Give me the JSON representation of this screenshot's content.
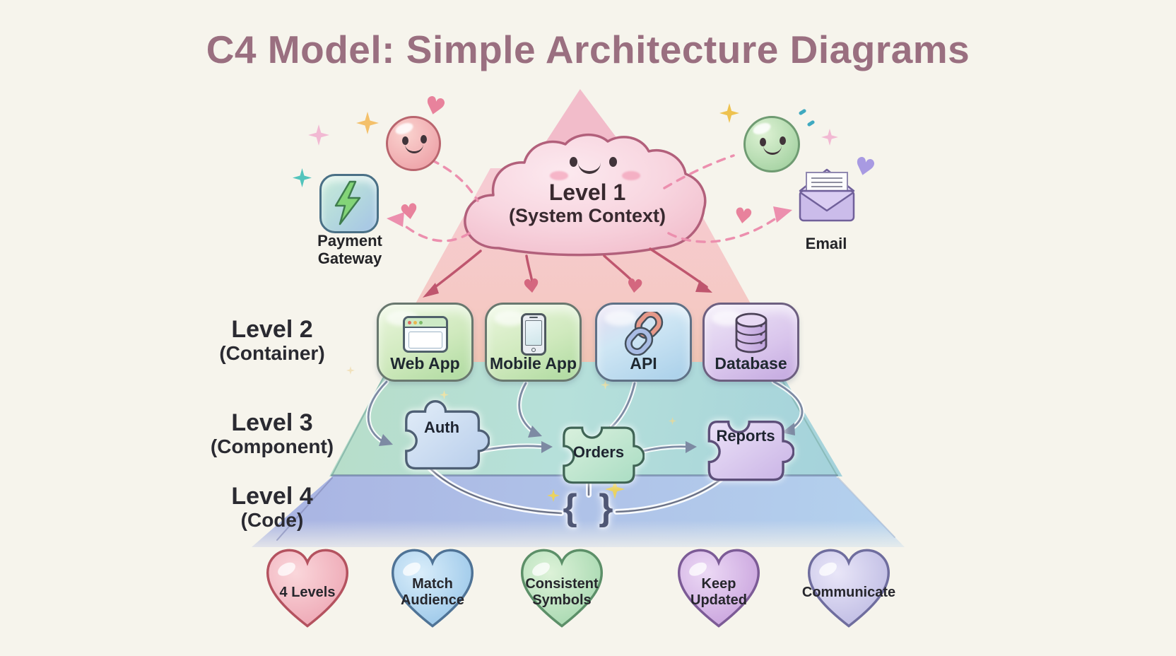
{
  "title": "C4 Model: Simple Architecture Diagrams",
  "palette": {
    "bg": "#f6f4ec",
    "title-color": "#9a6f80",
    "ink": "#2a2a31",
    "cloud-fill": "#f8d6e0",
    "cloud-stroke": "#b2607b",
    "band-pink": "#f5c8cf",
    "band-teal": "#b2dcd2",
    "band-blue": "#abb9e4",
    "box-green": "#c9e6b8",
    "box-blue": "#bcd8ee",
    "box-purple": "#d6c0eb",
    "puzzle-blue": "#c6d9f0",
    "puzzle-green": "#bce4cb",
    "puzzle-purple": "#d9c9ef",
    "heart-pink": "#f2b6c0",
    "heart-blue": "#aed4f0",
    "heart-green": "#bce3bf",
    "heart-purple": "#d5b3e6",
    "heart-lavender": "#ccc9ec",
    "arrow-rose": "#bf566e",
    "arrow-dash": "#ec8fae",
    "arrow-gray": "#7d8aa3"
  },
  "level1": {
    "label": "Level 1",
    "sublabel": "(System Context)"
  },
  "externals": {
    "payment_gateway": "Payment Gateway",
    "email": "Email"
  },
  "level_labels": [
    {
      "label": "Level 2",
      "sublabel": "(Container)"
    },
    {
      "label": "Level 3",
      "sublabel": "(Component)"
    },
    {
      "label": "Level 4",
      "sublabel": "(Code)"
    }
  ],
  "containers": [
    {
      "label": "Web App",
      "icon": "browser-window-icon"
    },
    {
      "label": "Mobile App",
      "icon": "smartphone-icon"
    },
    {
      "label": "API",
      "icon": "chain-link-icon"
    },
    {
      "label": "Database",
      "icon": "database-cylinder-icon"
    }
  ],
  "components": [
    {
      "label": "Auth"
    },
    {
      "label": "Orders"
    },
    {
      "label": "Reports"
    }
  ],
  "code": {
    "symbol": "{ }"
  },
  "principles": [
    {
      "label": "4 Levels"
    },
    {
      "label": "Match Audience"
    },
    {
      "label": "Consistent Symbols"
    },
    {
      "label": "Keep Updated"
    },
    {
      "label": "Communicate"
    }
  ]
}
